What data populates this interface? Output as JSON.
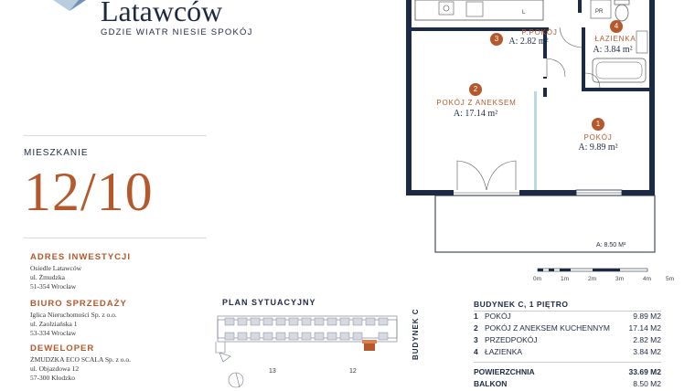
{
  "logo": {
    "title": "Latawców",
    "tagline": "GDZIE WIATR NIESIE SPOKÓJ"
  },
  "apartment": {
    "label": "MIESZKANIE",
    "number": "12/10"
  },
  "info": {
    "investment_heading": "ADRES INWESTYCJI",
    "investment_lines": [
      "Osiedle Latawców",
      "ul. Żmudzka",
      "51-354 Wrocław"
    ],
    "sales_heading": "BIURO SPRZEDAŻY",
    "sales_lines": [
      "Iglica Nieruchomości Sp. z o.o.",
      "ul. Zaolziańska 1",
      "53-334 Wrocław"
    ],
    "developer_heading": "DEWELOPER",
    "developer_lines": [
      "ŻMUDZKA ECO SCALA Sp. z o.o.",
      "ul. Objazdowa 12",
      "57-300 Kłodzko"
    ]
  },
  "plan": {
    "rooms": [
      {
        "num": "1",
        "name": "POKÓJ",
        "area": "A: 9.89 m²"
      },
      {
        "num": "2",
        "name": "POKÓJ Z ANEKSEM",
        "area": "A: 17.14 m²"
      },
      {
        "num": "3",
        "name": "P.POKÓJ",
        "area": "A: 2.82 m²"
      },
      {
        "num": "4",
        "name": "ŁAZIENKA",
        "area": "A: 3.84 m²"
      }
    ],
    "balcony_area": "A: 8.50 M²",
    "fixture_labels": {
      "l": "L",
      "pr": "PR"
    },
    "scale": [
      "0m",
      "1m",
      "2m",
      "3m",
      "4m",
      "5m"
    ]
  },
  "site": {
    "title": "PLAN SYTUACYJNY",
    "building_label": "BUDYNEK C",
    "numbers": [
      "13",
      "12"
    ]
  },
  "summary": {
    "heading": "BUDYNEK C, 1 PIĘTRO",
    "rows": [
      {
        "num": "1",
        "label": "POKÓJ",
        "value": "9.89 M2"
      },
      {
        "num": "2",
        "label": "POKÓJ Z ANEKSEM KUCHENNYM",
        "value": "17.14 M2"
      },
      {
        "num": "3",
        "label": "PRZEDPOKÓJ",
        "value": "2.82 M2"
      },
      {
        "num": "4",
        "label": "ŁAZIENKA",
        "value": "3.84 M2"
      }
    ],
    "total_label": "POWIERZCHNIA",
    "total_value": "33.69 M2",
    "balcony_label": "BALKON",
    "balcony_value": "8.50 M2"
  },
  "colors": {
    "accent": "#b5582b",
    "navy": "#1d2a44",
    "wall": "#1d2a44"
  }
}
